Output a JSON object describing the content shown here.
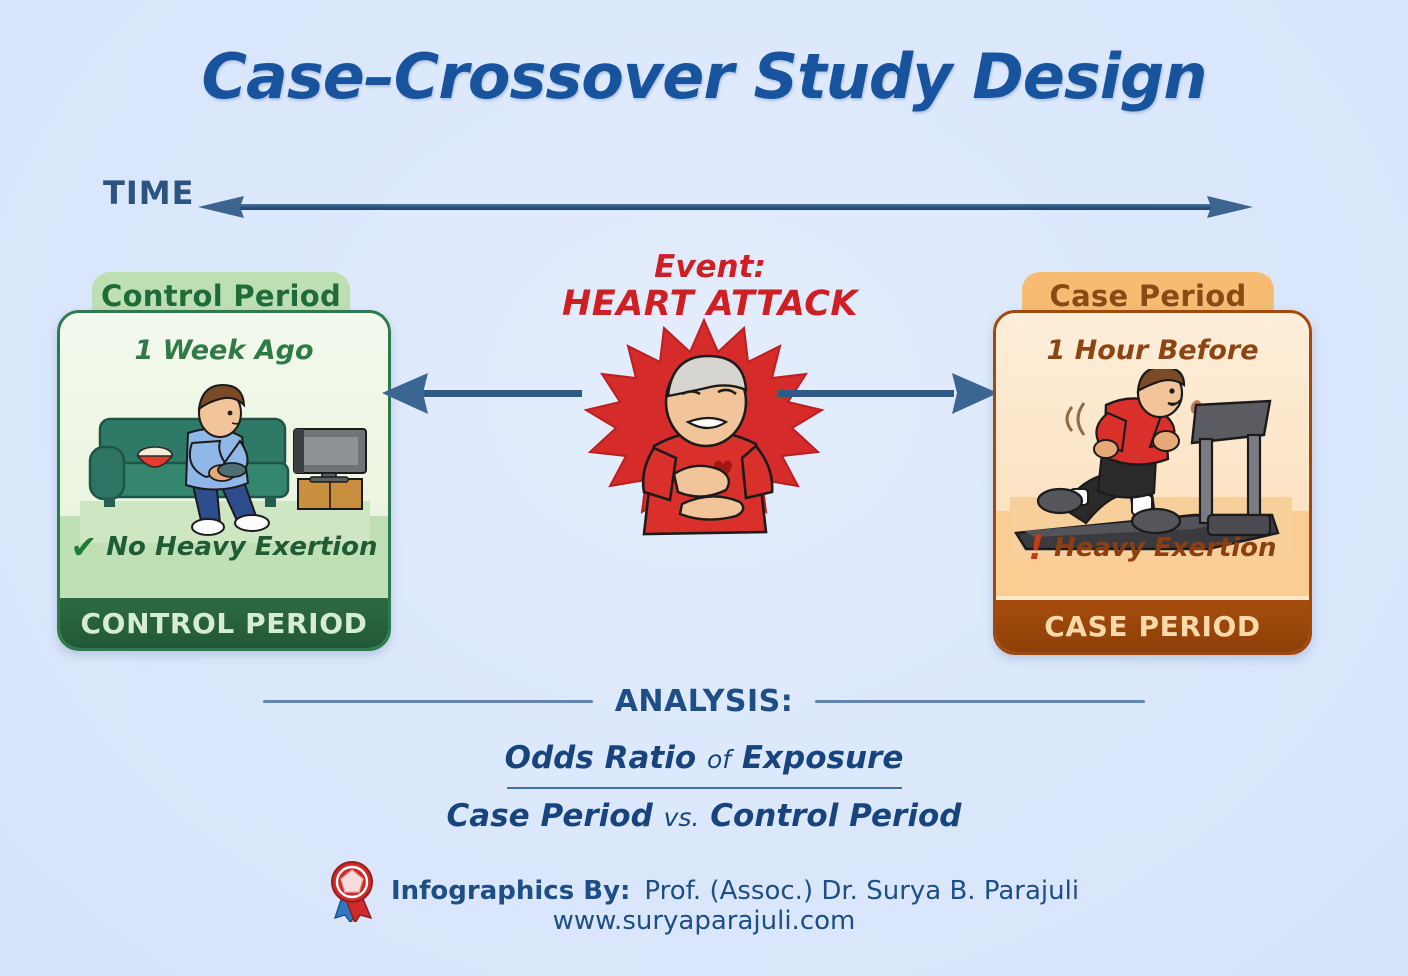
{
  "title": "Case–Crossover Study Design",
  "timeline": {
    "label": "TIME",
    "axis_icon": "double-headed-arrow-icon"
  },
  "control": {
    "tab_label": "Control Period",
    "subtitle": "1 Week Ago",
    "note": "No Heavy Exertion",
    "note_icon": "check-icon",
    "note_icon_glyph": "✔",
    "footer_label": "CONTROL PERIOD",
    "illustration": "man-sitting-on-couch-watching-tv-icon",
    "colors": {
      "tab_bg": "#bedfb4",
      "tab_text": "#1f6b3a",
      "border": "#2d7a4c",
      "band": "#bfe0b5",
      "footer_bg": "#2d6b42",
      "footer_text": "#d6ecd3"
    }
  },
  "event": {
    "line1": "Event:",
    "line2": "HEART ATTACK",
    "illustration": "man-clutching-chest-starburst-icon",
    "color": "#cf1f22",
    "arrow_left_icon": "left-arrow-icon",
    "arrow_right_icon": "right-arrow-icon"
  },
  "case": {
    "tab_label": "Case Period",
    "subtitle": "1 Hour Before",
    "note": "Heavy Exertion",
    "note_icon": "exclamation-icon",
    "note_icon_glyph": "!",
    "footer_label": "CASE PERIOD",
    "illustration": "man-running-on-treadmill-icon",
    "colors": {
      "tab_bg": "#f7bc72",
      "tab_text": "#8a4a15",
      "border": "#a1480c",
      "band": "#fbcd92",
      "footer_bg": "#a64d0d",
      "footer_text": "#fcd9a8"
    }
  },
  "analysis": {
    "label": "ANALYSIS:",
    "numerator": "Odds Ratio of Exposure",
    "numerator_parts": {
      "bold1": "Odds Ratio",
      "lite": "of",
      "bold2": "Exposure"
    },
    "denominator": "Case Period vs. Control Period",
    "denominator_parts": {
      "bold1": "Case Period",
      "lite": "vs.",
      "bold2": "Control Period"
    }
  },
  "footer": {
    "credit_prefix": "Infographics By:",
    "credit_name": "Prof. (Assoc.) Dr. Surya B. Parajuli",
    "website": "www.suryaparajuli.com",
    "badge_icon": "award-ribbon-icon"
  }
}
